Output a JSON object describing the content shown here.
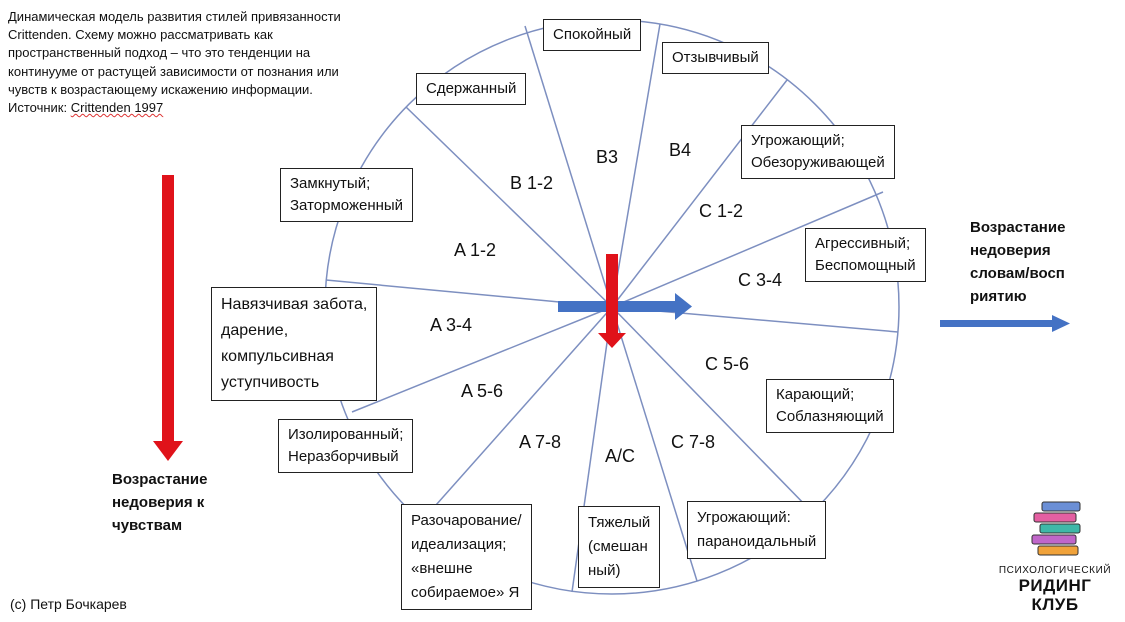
{
  "intro": {
    "text": "Динамическая модель развития стилей привязанности Crittenden. Схему можно рассматривать как пространственный подход – что это тенденции на континууме от растущей зависимости от познания или чувств к возрастающему искажению информации. Источник: ",
    "source": "Crittenden 1997"
  },
  "boxes": {
    "calm": "Спокойный",
    "responsive": "Отзывчивый",
    "restrained": "Сдержанный",
    "threatening_disarming": [
      "Угрожающий;",
      "Обезоруживающей"
    ],
    "closed_inhibited": [
      "Замкнутый;",
      "Заторможенный"
    ],
    "aggressive_helpless": [
      "Агрессивный;",
      "Беспомощный"
    ],
    "compulsive_care": [
      "Навязчивая забота,",
      "дарение,",
      "компульсивная",
      "уступчивость"
    ],
    "punishing_seductive": [
      "Карающий;",
      "Соблазняющий"
    ],
    "isolated_promiscuous": [
      "Изолированный;",
      "Неразборчивый"
    ],
    "disappointment": [
      "Разочарование/",
      "идеализация;",
      "«внешне",
      "собираемое» Я"
    ],
    "heavy_mixed": [
      "Тяжелый",
      "(смешан",
      "ный)"
    ],
    "threatening_paranoid": [
      "Угрожающий:",
      "параноидальный"
    ]
  },
  "sectors": {
    "b12": "B 1-2",
    "b3": "B3",
    "b4": "B4",
    "c12": "C 1-2",
    "a12": "A 1-2",
    "c34": "C 3-4",
    "a34": "A 3-4",
    "c56": "C 5-6",
    "a56": "A 5-6",
    "a78": "A 7-8",
    "ac": "A/C",
    "c78": "C 7-8"
  },
  "axes": {
    "right_label": [
      "Возрастание",
      "недоверия",
      "словам/восп",
      "риятию"
    ],
    "down_label": [
      "Возрастание",
      "недоверия к",
      "чувствам"
    ]
  },
  "colors": {
    "red": "#e0121a",
    "blue": "#4472c4",
    "circle": "#7d8fc0"
  },
  "footer": {
    "copyright": "(c) Петр Бочкарев"
  },
  "logo": {
    "icon": "stacked-books-icon",
    "line1": "ПСИХОЛОГИЧЕСКИЙ",
    "line2": "РИДИНГ",
    "line3": "КЛУБ"
  }
}
